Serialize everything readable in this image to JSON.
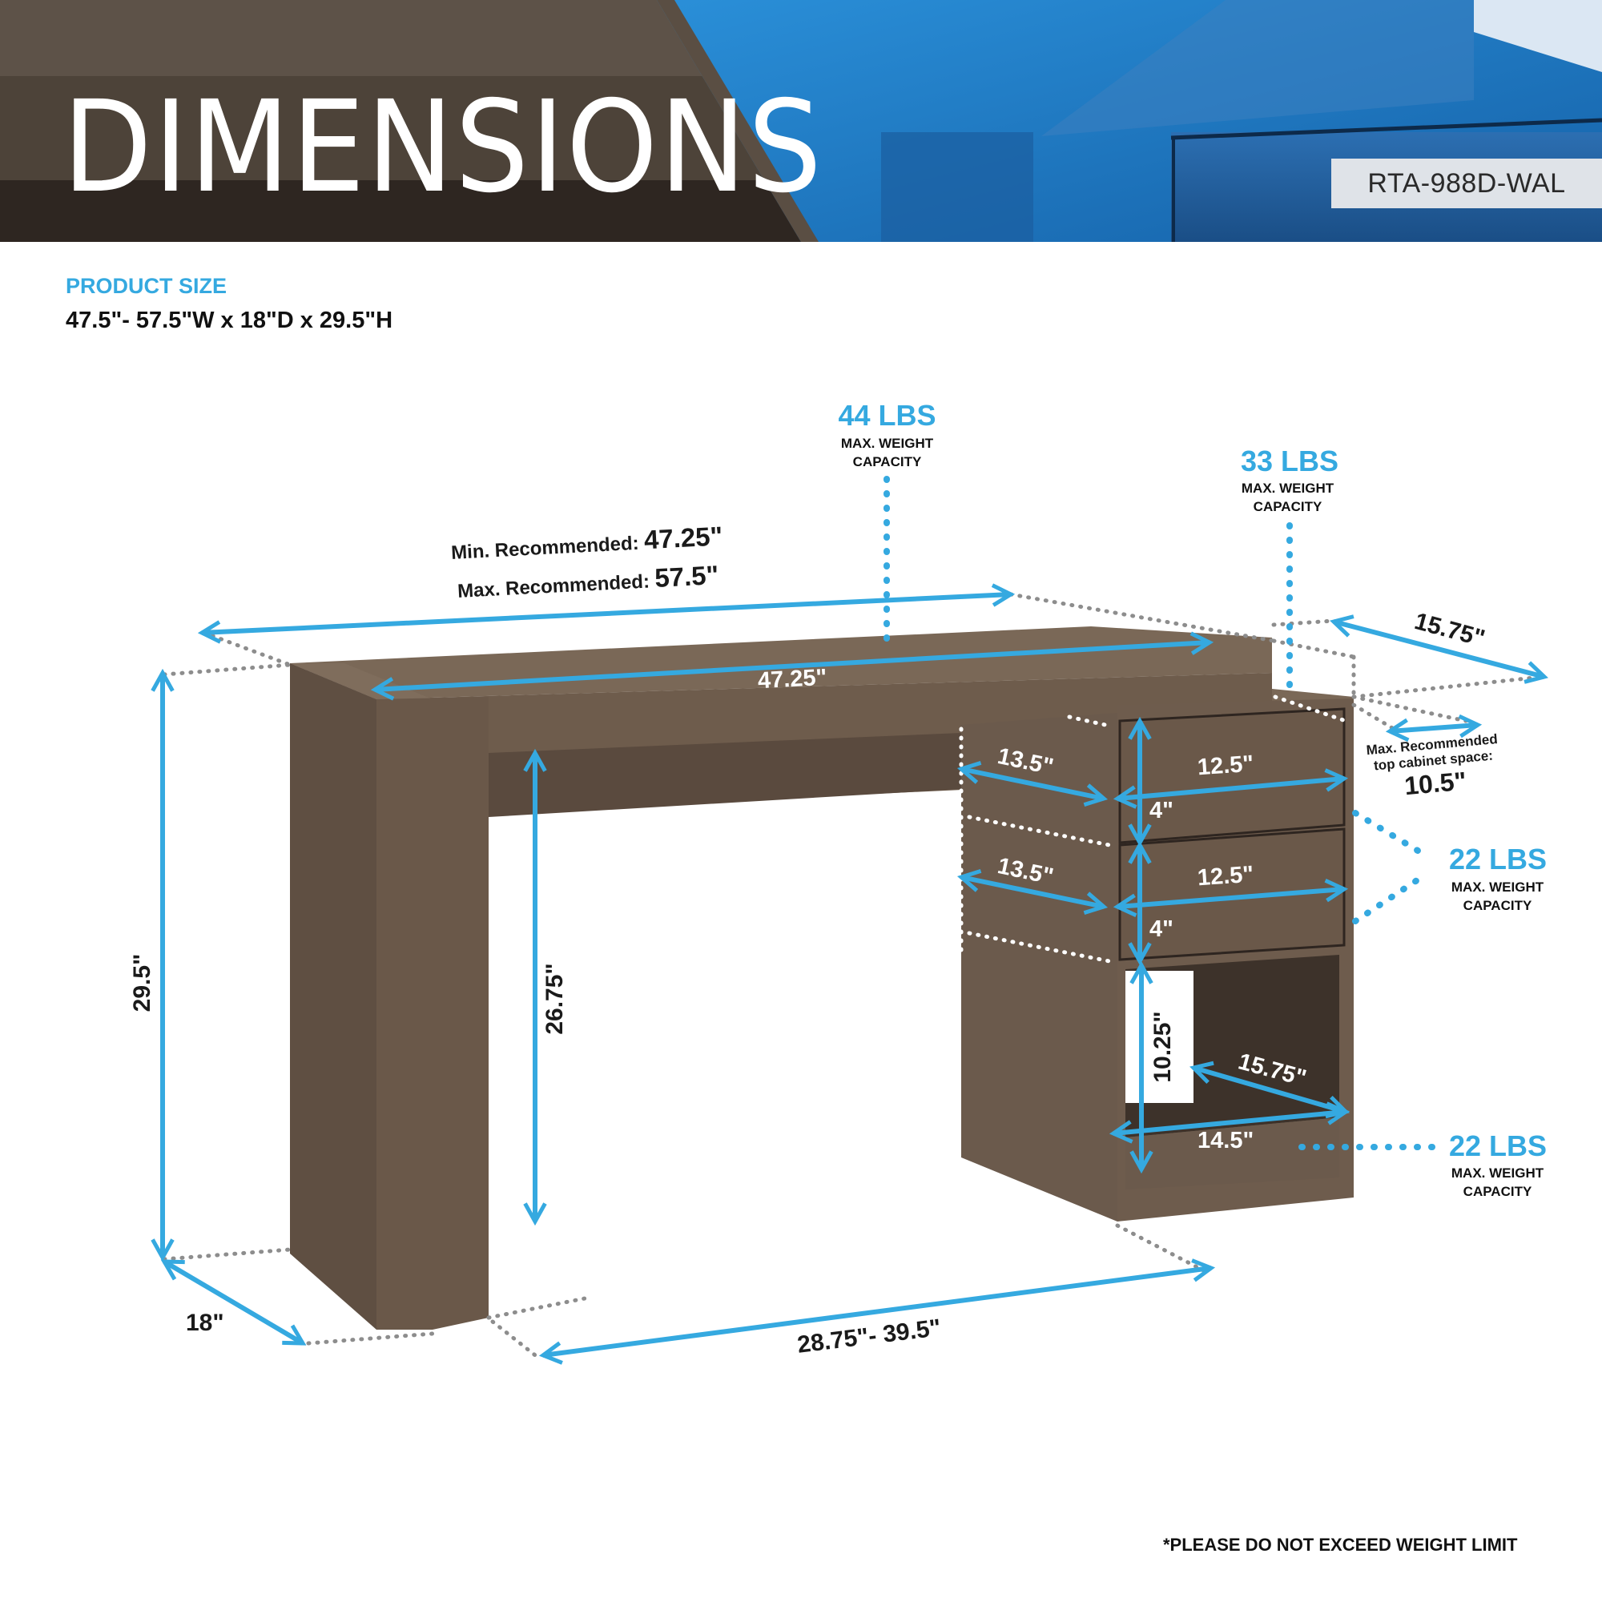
{
  "header": {
    "title": "DIMENSIONS",
    "sku": "RTA-988D-WAL"
  },
  "product_size": {
    "label": "PRODUCT SIZE",
    "value": "47.5\"- 57.5\"W x 18\"D x 29.5\"H"
  },
  "weight_capacities": {
    "desktop": {
      "value": "44 LBS",
      "caption_line1": "MAX. WEIGHT",
      "caption_line2": "CAPACITY"
    },
    "cabinet_top": {
      "value": "33 LBS",
      "caption_line1": "MAX. WEIGHT",
      "caption_line2": "CAPACITY"
    },
    "drawers": {
      "value": "22 LBS",
      "caption_line1": "MAX. WEIGHT",
      "caption_line2": "CAPACITY"
    },
    "open_shelf": {
      "value": "22 LBS",
      "caption_line1": "MAX. WEIGHT",
      "caption_line2": "CAPACITY"
    }
  },
  "dimensions": {
    "min_recommended_label": "Min. Recommended:",
    "min_recommended_value": "47.25\"",
    "max_recommended_label": "Max. Recommended:",
    "max_recommended_value": "57.5\"",
    "desktop_width": "47.25\"",
    "cabinet_depth_top": "15.75\"",
    "top_cabinet_space_label_line1": "Max. Recommended",
    "top_cabinet_space_label_line2": "top cabinet space:",
    "top_cabinet_space_value": "10.5\"",
    "drawer1_depth": "13.5\"",
    "drawer1_width": "12.5\"",
    "drawer1_height": "4\"",
    "drawer2_depth": "13.5\"",
    "drawer2_width": "12.5\"",
    "drawer2_height": "4\"",
    "shelf_height": "10.25\"",
    "shelf_depth": "15.75\"",
    "shelf_width": "14.5\"",
    "overall_height": "29.5\"",
    "knee_clearance": "26.75\"",
    "overall_depth": "18\"",
    "leg_span": "28.75\"- 39.5\""
  },
  "footnote": "*PLEASE DO NOT EXCEED WEIGHT LIMIT",
  "colors": {
    "accent_blue": "#35a9e0",
    "wood": "#6b5a4c",
    "wood_dark": "#4d4137",
    "dotted_gray": "#8d8d8d"
  }
}
